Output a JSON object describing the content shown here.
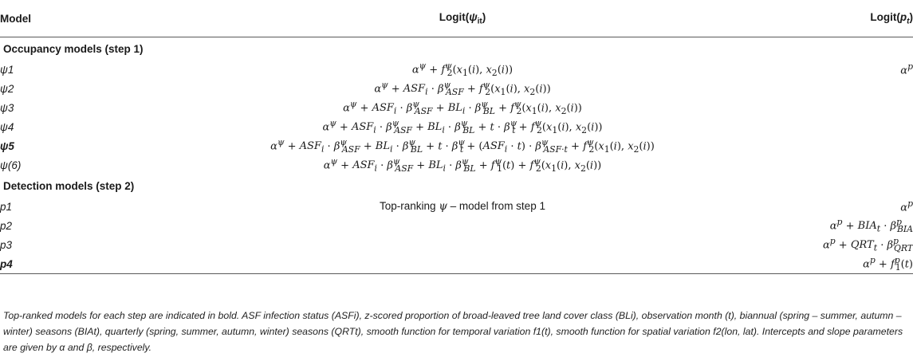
{
  "headers": {
    "model": "Model",
    "logit_psi": "Logit(ψ it)",
    "logit_p": "Logit(p t)"
  },
  "sections": {
    "occupancy": "Occupancy models (step 1)",
    "detection": "Detection models (step 2)"
  },
  "occupancy_rows": [
    {
      "model": "ψ1",
      "logit_psi": "α^ψ + f2^ψ(x1(i), x2(i))",
      "logit_p": "α^p"
    },
    {
      "model": "ψ2",
      "logit_psi": "α^ψ + ASF_i · β^ψ_ASF + f2^ψ(x1(i), x2(i))",
      "logit_p": ""
    },
    {
      "model": "ψ3",
      "logit_psi": "α^ψ + ASF_i · β^ψ_ASF + BL_i · β^ψ_BL + f2^ψ(x1(i), x2(i))",
      "logit_p": ""
    },
    {
      "model": "ψ4",
      "logit_psi": "α^ψ + ASF_i · β^ψ_ASF + BL_i · β^ψ_BL + t · β^ψ_t + f2^ψ(x1(i), x2(i))",
      "logit_p": ""
    },
    {
      "model": "ψ5",
      "logit_psi": "α^ψ + ASF_i · β^ψ_ASF + BL_i · β^ψ_BL + t · β^ψ_t + (ASF_i · t) · β^ψ_ASF·t + f2^ψ(x1(i), x2(i))",
      "logit_p": ""
    },
    {
      "model": "ψ(6)",
      "logit_psi": "α^ψ + ASF_i · β^ψ_ASF + BL_i · β^ψ_BL + f1^ψ(t) + f2^ψ(x1(i), x2(i))",
      "logit_p": ""
    }
  ],
  "detection_rows": [
    {
      "model": "p1",
      "logit_psi": "Top-ranking ψ – model from step 1",
      "logit_p": "α^p"
    },
    {
      "model": "p2",
      "logit_psi": "",
      "logit_p": "α^p + BIA_t · β^p_BIA"
    },
    {
      "model": "p3",
      "logit_psi": "",
      "logit_p": "α^p + QRT_t · β^p_QRT"
    },
    {
      "model": "p4",
      "logit_psi": "",
      "logit_p": "α^p + f1^p(t)"
    }
  ],
  "footnote": "Top-ranked models for each step are indicated in bold. ASF infection status (ASFi), z-scored proportion of broad-leaved tree land cover class (BLi), observation month (t), biannual (spring – summer, autumn – winter) seasons (BIAt), quarterly (spring, summer, autumn, winter) seasons (QRTt), smooth function for temporal variation f1(t), smooth function for spatial variation f2(lon, lat). Intercepts and slope parameters are given by α and β, respectively."
}
